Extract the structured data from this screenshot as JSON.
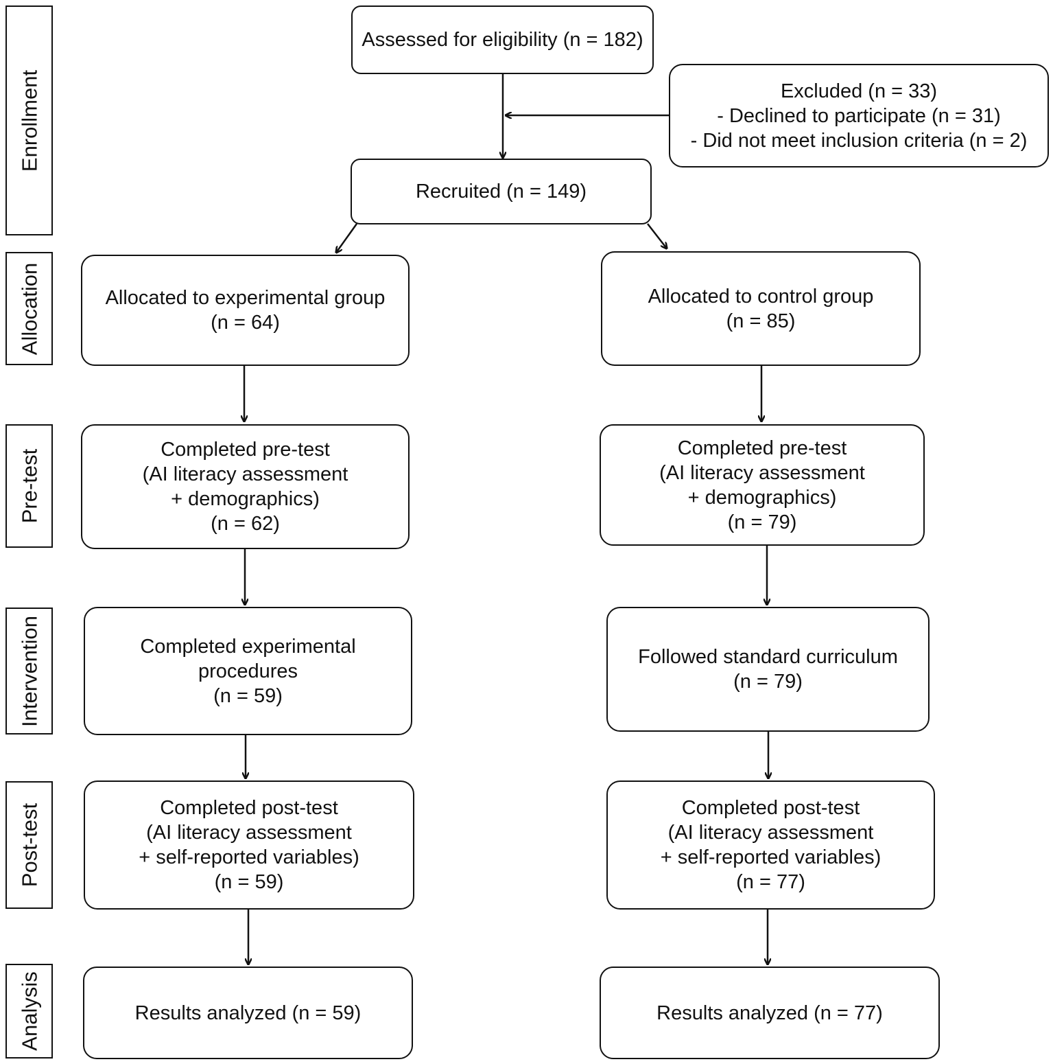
{
  "phases": {
    "enrollment": "Enrollment",
    "allocation": "Allocation",
    "pretest": "Pre-test",
    "intervention": "Intervention",
    "posttest": "Post-test",
    "analysis": "Analysis"
  },
  "enrollment": {
    "assessed": "Assessed for eligibility (n = 182)",
    "excluded": {
      "line1": "Excluded (n = 33)",
      "line2": "- Declined to participate (n = 31)",
      "line3": "- Did not meet inclusion criteria (n = 2)"
    },
    "recruited": "Recruited (n = 149)"
  },
  "experimental": {
    "allocation": {
      "line1": "Allocated to experimental group",
      "line2": "(n = 64)"
    },
    "pretest": {
      "line1": "Completed pre-test",
      "line2": "(AI literacy assessment",
      "line3": "+ demographics)",
      "line4": "(n = 62)"
    },
    "intervention": {
      "line1": "Completed experimental",
      "line2": "procedures",
      "line3": "(n = 59)"
    },
    "posttest": {
      "line1": "Completed post-test",
      "line2": "(AI literacy assessment",
      "line3": "+ self-reported variables)",
      "line4": "(n = 59)"
    },
    "analysis": "Results analyzed (n = 59)"
  },
  "control": {
    "allocation": {
      "line1": "Allocated to control group",
      "line2": "(n = 85)"
    },
    "pretest": {
      "line1": "Completed pre-test",
      "line2": "(AI literacy assessment",
      "line3": "+ demographics)",
      "line4": "(n = 79)"
    },
    "intervention": {
      "line1": "Followed standard curriculum",
      "line2": "(n = 79)"
    },
    "posttest": {
      "line1": "Completed post-test",
      "line2": "(AI literacy assessment",
      "line3": "+ self-reported variables)",
      "line4": "(n = 77)"
    },
    "analysis": "Results analyzed (n = 77)"
  }
}
